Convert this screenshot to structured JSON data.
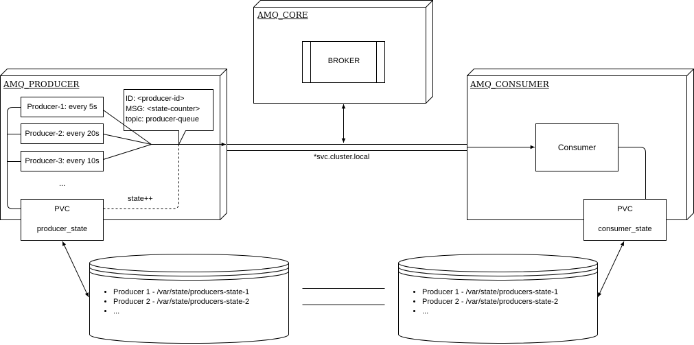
{
  "nodes": {
    "amq_core": {
      "title": "AMQ_CORE"
    },
    "amq_producer": {
      "title": "AMQ_PRODUCER"
    },
    "amq_consumer": {
      "title": "AMQ_CONSUMER"
    },
    "broker": {
      "label": "BROKER"
    },
    "producer_1": {
      "label": "Producer-1: every 5s"
    },
    "producer_2": {
      "label": "Producer-2: every 20s"
    },
    "producer_3": {
      "label": "Producer-3: every 10s"
    },
    "producer_more": {
      "label": "..."
    },
    "producer_pvc": {
      "label": "PVC",
      "sublabel": "producer_state"
    },
    "consumer": {
      "label": "Consumer"
    },
    "consumer_pvc": {
      "label": "PVC",
      "sublabel": "consumer_state"
    },
    "message_note": {
      "lines": [
        "ID: <producer-id>",
        "MSG: <state-counter>",
        "topic: producer-queue"
      ]
    },
    "producer_storage": {
      "items": [
        "Producer 1 - /var/state/producers-state-1",
        "Producer 2 - /var/state/producers-state-2",
        "..."
      ]
    },
    "consumer_storage": {
      "items": [
        "Producer 1 - /var/state/producers-state-1",
        "Producer 2 - /var/state/producers-state-2",
        "..."
      ]
    }
  },
  "edges": {
    "service_label": "*svc.cluster.local",
    "state_label": "state++"
  },
  "style": {
    "stroke": "#000000",
    "fill": "#ffffff",
    "text": "#000000"
  }
}
